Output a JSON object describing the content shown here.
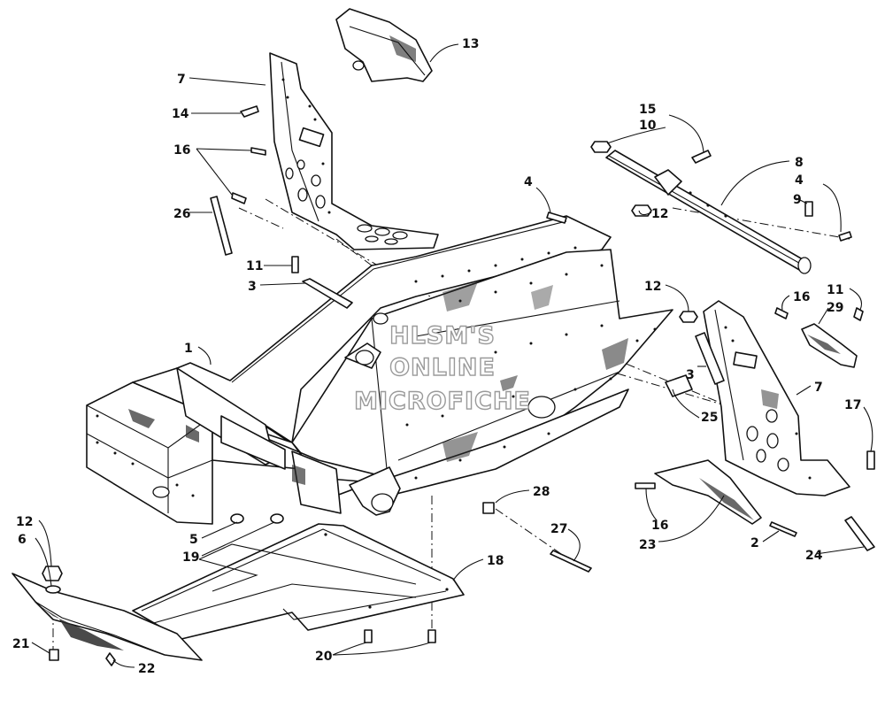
{
  "watermark": {
    "line1": "HLSM'S",
    "line2": "ONLINE",
    "line3": "MICROFICHE"
  },
  "callouts": [
    {
      "id": "c13",
      "label": "13"
    },
    {
      "id": "c7a",
      "label": "7"
    },
    {
      "id": "c14",
      "label": "14"
    },
    {
      "id": "c16a",
      "label": "16"
    },
    {
      "id": "c26",
      "label": "26"
    },
    {
      "id": "c11a",
      "label": "11"
    },
    {
      "id": "c3a",
      "label": "3"
    },
    {
      "id": "c1",
      "label": "1"
    },
    {
      "id": "c4a",
      "label": "4"
    },
    {
      "id": "c15",
      "label": "15"
    },
    {
      "id": "c10",
      "label": "10"
    },
    {
      "id": "c8",
      "label": "8"
    },
    {
      "id": "c4b",
      "label": "4"
    },
    {
      "id": "c9",
      "label": "9"
    },
    {
      "id": "c12a",
      "label": "12"
    },
    {
      "id": "c12b",
      "label": "12"
    },
    {
      "id": "c16b",
      "label": "16"
    },
    {
      "id": "c11b",
      "label": "11"
    },
    {
      "id": "c29",
      "label": "29"
    },
    {
      "id": "c3b",
      "label": "3"
    },
    {
      "id": "c25",
      "label": "25"
    },
    {
      "id": "c7b",
      "label": "7"
    },
    {
      "id": "c17",
      "label": "17"
    },
    {
      "id": "c5",
      "label": "5"
    },
    {
      "id": "c19",
      "label": "19"
    },
    {
      "id": "c28",
      "label": "28"
    },
    {
      "id": "c27",
      "label": "27"
    },
    {
      "id": "c16c",
      "label": "16"
    },
    {
      "id": "c23",
      "label": "23"
    },
    {
      "id": "c2",
      "label": "2"
    },
    {
      "id": "c24",
      "label": "24"
    },
    {
      "id": "c12c",
      "label": "12"
    },
    {
      "id": "c6",
      "label": "6"
    },
    {
      "id": "c18",
      "label": "18"
    },
    {
      "id": "c21",
      "label": "21"
    },
    {
      "id": "c22",
      "label": "22"
    },
    {
      "id": "c20",
      "label": "20"
    }
  ]
}
